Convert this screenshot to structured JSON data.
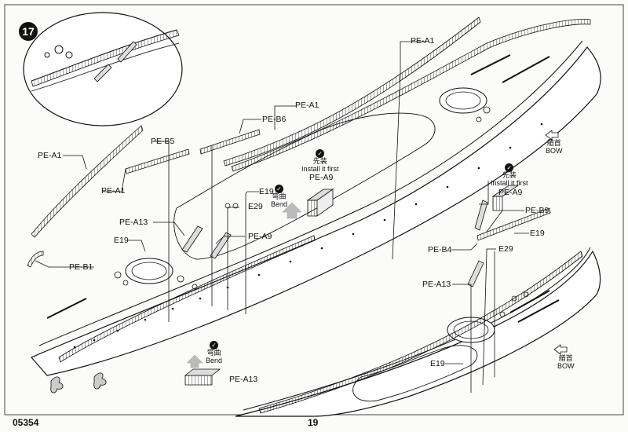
{
  "step_number": "17",
  "page_code": "05354",
  "page_number": "19",
  "labels": {
    "pe_a1_a": "PE-A1",
    "pe_a1_b": "PE-A1",
    "pe_a1_c": "PE-A1",
    "pe_a1_d": "PE-A1",
    "pe_b6": "PE-B6",
    "pe_b5": "PE-B5",
    "pe_a13_left": "PE-A13",
    "e19_left": "E19",
    "pe_b1": "PE-B1",
    "e19_mid": "E19",
    "e29_mid": "E29",
    "pe_a9_mid": "PE-A9",
    "pe_a9_top": "PE-A9",
    "pe_a13_bottom": "PE-A13",
    "pe_a9_right": "PE-A9",
    "pe_b9": "PE-B9",
    "e19_right": "E19",
    "pe_b4": "PE-B4",
    "e29_right": "E29",
    "pe_a13_right": "PE-A13",
    "e19_right_low": "E19"
  },
  "notes": {
    "install_first_cn": "先装",
    "install_first_en": "Install it first",
    "bend_cn": "弯曲",
    "bend_en": "Bend",
    "bow_cn": "艏首",
    "bow_en": "BOW"
  },
  "icons": [
    "check-circle-icon",
    "bend-arrow-icon",
    "bow-direction-arrow-icon"
  ]
}
